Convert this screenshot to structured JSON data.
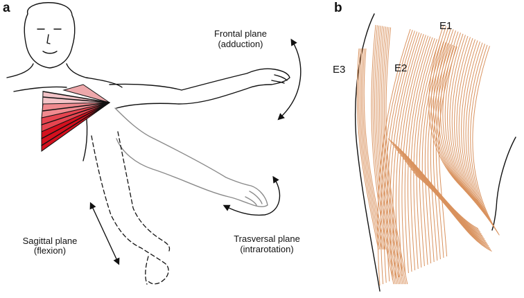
{
  "panels": {
    "a": "a",
    "b": "b"
  },
  "captions": {
    "frontal_line1": "Frontal plane",
    "frontal_line2": "(adduction)",
    "sagittal_line1": "Sagittal  plane",
    "sagittal_line2": "(flexion)",
    "trasversal_line1": "Trasversal plane",
    "trasversal_line2": "(intrarotation)"
  },
  "tapes": {
    "e1": "E1",
    "e2": "E2",
    "e3": "E3"
  },
  "colors": {
    "tape": "#d9925e",
    "tape_dark": "#c7753e",
    "muscle_dark": "#d4101e",
    "muscle_light": "#f3c3c7"
  }
}
